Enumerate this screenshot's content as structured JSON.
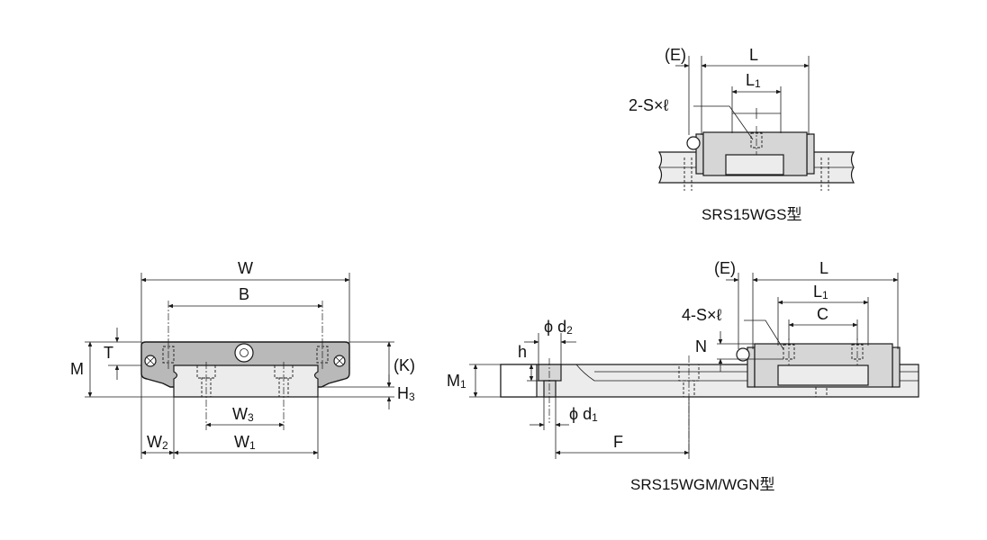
{
  "top_view": {
    "label_E": "(E)",
    "label_L": "L",
    "label_L1_main": "L",
    "label_L1_sub": "1",
    "label_holes": "2-S×ℓ",
    "caption": "SRS15WGS型"
  },
  "front_view": {
    "label_W": "W",
    "label_B": "B",
    "label_T": "T",
    "label_M": "M",
    "label_K": "(K)",
    "label_H3_main": "H",
    "label_H3_sub": "3",
    "label_W3_main": "W",
    "label_W3_sub": "3",
    "label_W2_main": "W",
    "label_W2_sub": "2",
    "label_W1_main": "W",
    "label_W1_sub": "1"
  },
  "side_view": {
    "label_E": "(E)",
    "label_L": "L",
    "label_L1_main": "L",
    "label_L1_sub": "1",
    "label_C": "C",
    "label_holes": "4-S×ℓ",
    "label_N": "N",
    "label_h": "h",
    "label_d2_main": "ϕ d",
    "label_d2_sub": "2",
    "label_M1_main": "M",
    "label_M1_sub": "1",
    "label_d1_main": "ϕ d",
    "label_d1_sub": "1",
    "label_F": "F",
    "caption": "SRS15WGM/WGN型"
  }
}
